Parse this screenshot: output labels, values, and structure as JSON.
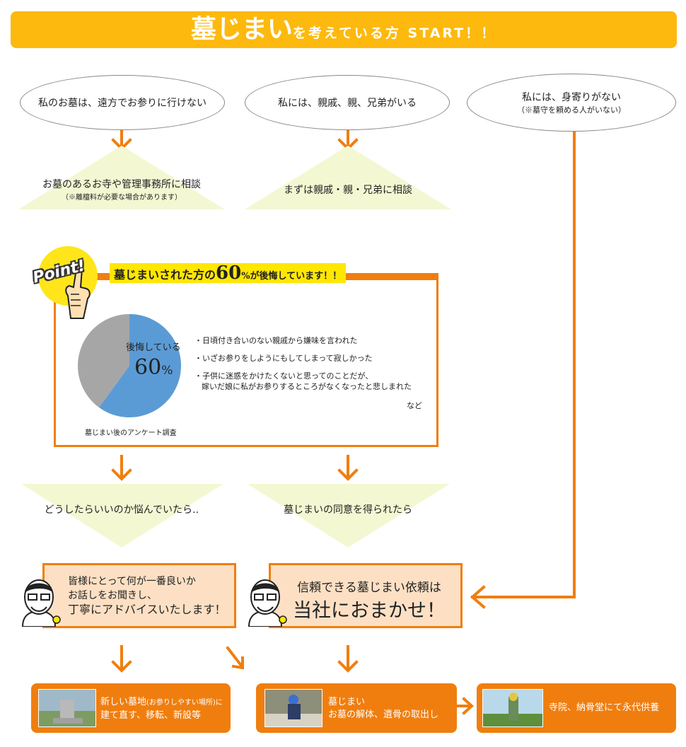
{
  "banner": {
    "title_big": "墓じまい",
    "title_small": "を考えている方 START！！"
  },
  "situations": [
    {
      "text": "私のお墓は、遠方でお参りに行けない"
    },
    {
      "text": "私には、親戚、親、兄弟がいる"
    },
    {
      "text": "私には、身寄りがない",
      "note": "（※墓守を頼める人がいない）"
    }
  ],
  "consult": [
    {
      "text": "お墓のあるお寺や管理事務所に相談",
      "note": "（※離檀料が必要な場合があります）"
    },
    {
      "text": "まずは親戚・親・兄弟に相談"
    }
  ],
  "point": {
    "badge": "Point!",
    "headline_pre": "墓じまいされた方の",
    "headline_pct": "60",
    "headline_post": "%が後悔しています！！",
    "pie_label": "後悔している",
    "pie_pct": "60",
    "pie_unit": "%",
    "regret_fraction": 0.6,
    "survey_caption": "墓じまい後のアンケート調査",
    "reasons": [
      "・日頃付き合いのない親戚から嫌味を言われた",
      "・いざお参りをしようにもしてしまって寂しかった",
      "・子供に迷惑をかけたくないと思ってのことだが、",
      "嫁いだ娘に私がお参りするところがなくなったと悲しまれた"
    ],
    "etc": "など"
  },
  "mid": [
    {
      "text": "どうしたらいいのか悩んでいたら‥"
    },
    {
      "text": "墓じまいの同意を得られたら"
    }
  ],
  "advice": {
    "line1": "皆様にとって何が一番良いか",
    "line2": "お話しをお聞きし、",
    "line3": "丁寧にアドバイスいたします！"
  },
  "trust": {
    "line1": "信頼できる墓じまい依頼は",
    "line2": "当社におまかせ！"
  },
  "results": [
    {
      "line1": "新しい墓地",
      "line1_small": "(お参りしやすい場所)",
      "line1_end": "に",
      "line2": "建て直す、移転、新設等"
    },
    {
      "line1": "墓じまい",
      "line2": "お墓の解体、遺骨の取出し"
    },
    {
      "line1": "寺院、納骨堂にて永代供養"
    }
  ],
  "colors": {
    "banner": "#fdb90e",
    "arrow": "#f07e0f",
    "triangle": "#f3f8d2",
    "pie_regret": "#5b9bd5",
    "pie_rest": "#a6a6a6",
    "highlight": "#ffe700",
    "advice_fill": "#fde0c4"
  }
}
